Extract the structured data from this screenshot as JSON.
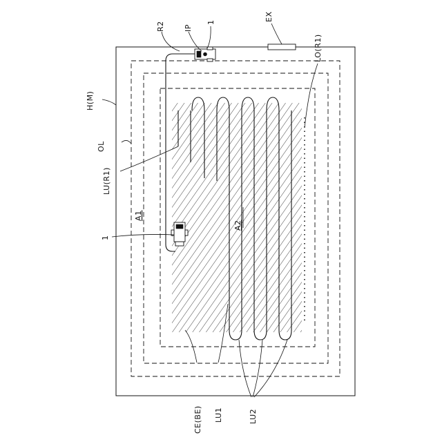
{
  "figure": {
    "labels": {
      "r2": "R2",
      "ip": "IP",
      "vehicle_top": "1",
      "ex": "EX",
      "lo_r1": "LO(R1)",
      "h_m": "H(M)",
      "ol": "OL",
      "lu_r1": "LU(R1)",
      "a1": "A1",
      "a2": "A2",
      "vehicle_mid": "1",
      "ce_be": "CE(BE)",
      "lu1": "LU1",
      "lu2": "LU2"
    }
  }
}
